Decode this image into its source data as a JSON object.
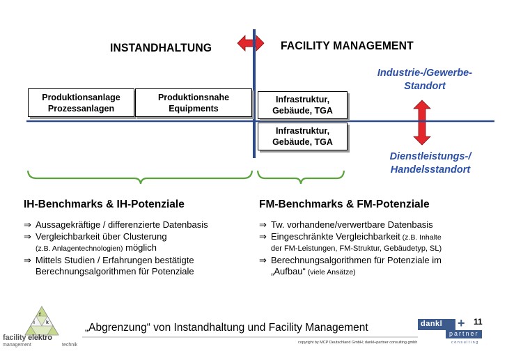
{
  "headers": {
    "left": "INSTANDHALTUNG",
    "right": "FACILITY MANAGEMENT"
  },
  "boxes": {
    "produktionsanlage": [
      "Produktionsanlage",
      "Prozessanlagen"
    ],
    "produktionsnahe": [
      "Produktionsnahe",
      "Equipments"
    ],
    "infra_top": [
      "Infrastruktur,",
      "Gebäude, TGA"
    ],
    "infra_bottom": [
      "Infrastruktur,",
      "Gebäude, TGA"
    ]
  },
  "locations": {
    "industrie": [
      "Industrie-/Gewerbe-",
      "Standort"
    ],
    "dienstleistung": [
      "Dienstleistungs-/",
      "Handelsstandort"
    ]
  },
  "left_section": {
    "title": "IH-Benchmarks & IH-Potenziale",
    "arrow_symbol": "⇒",
    "item1": "Aussagekräftige / differenzierte Datenbasis",
    "item2": "Vergleichbarkeit über Clusterung",
    "item2_small": "(z.B. Anlagentechnologien)",
    "item2_rest": " möglich",
    "item3": "Mittels Studien / Erfahrungen bestätigte",
    "item3_cont": "Berechnungsalgorithmen für Potenziale"
  },
  "right_section": {
    "title": "FM-Benchmarks & FM-Potenziale",
    "arrow_symbol": "⇒",
    "item1": "Tw. vorhandene/verwertbare Datenbasis",
    "item2": "Eingeschränkte Vergleichbarkeit",
    "item2_small": " (z.B. Inhalte",
    "item2_cont": "der FM-Leistungen, FM-Struktur, Gebäudetyp, SL)",
    "item3": "Berechnungsalgorithmen für Potenziale im",
    "item3_cont": "„Aufbau“",
    "item3_small": " (viele Ansätze)"
  },
  "footer": {
    "title": "„Abgrenzung“ von Instandhaltung und Facility Management",
    "page_number": "11",
    "copyright": "copyright by MCP Deutschland GmbH; dankl+partner consulting gmbh",
    "logo_left_line1": "facility",
    "logo_left_word2": "elektro",
    "logo_left_line2a": "management",
    "logo_left_line2b": "technik",
    "logo_letters": [
      "f",
      "i",
      "k",
      "e"
    ],
    "logo_right_top": "dankl",
    "logo_right_plus": "+",
    "logo_right_partner": "partner",
    "logo_right_consulting": "consulting"
  },
  "colors": {
    "accent_blue": "#2a4fa8",
    "divider_blue": "#2b4a8e",
    "arrow_red": "#e3262c",
    "bracket_green": "#5aa23b"
  }
}
